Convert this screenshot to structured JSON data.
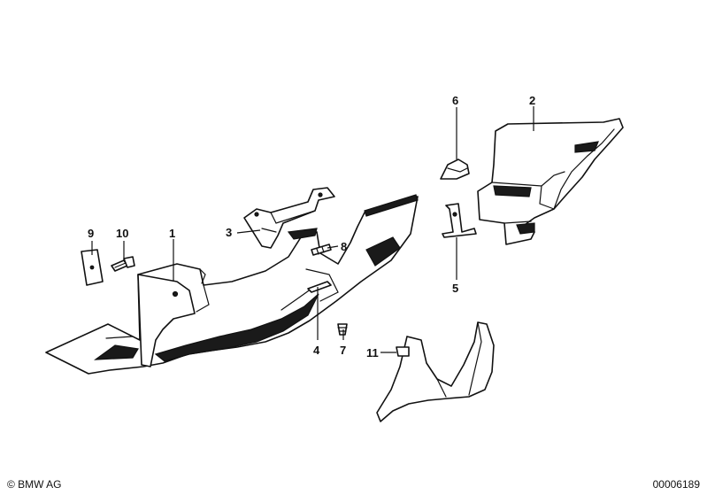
{
  "callouts": [
    {
      "id": "1",
      "label": "1"
    },
    {
      "id": "2",
      "label": "2"
    },
    {
      "id": "3",
      "label": "3"
    },
    {
      "id": "4",
      "label": "4"
    },
    {
      "id": "5",
      "label": "5"
    },
    {
      "id": "6",
      "label": "6"
    },
    {
      "id": "7",
      "label": "7"
    },
    {
      "id": "8",
      "label": "8"
    },
    {
      "id": "9",
      "label": "9"
    },
    {
      "id": "10",
      "label": "10"
    },
    {
      "id": "11",
      "label": "11"
    }
  ],
  "footer": {
    "copyright": "© BMW AG",
    "diagram_number": "00006189"
  }
}
